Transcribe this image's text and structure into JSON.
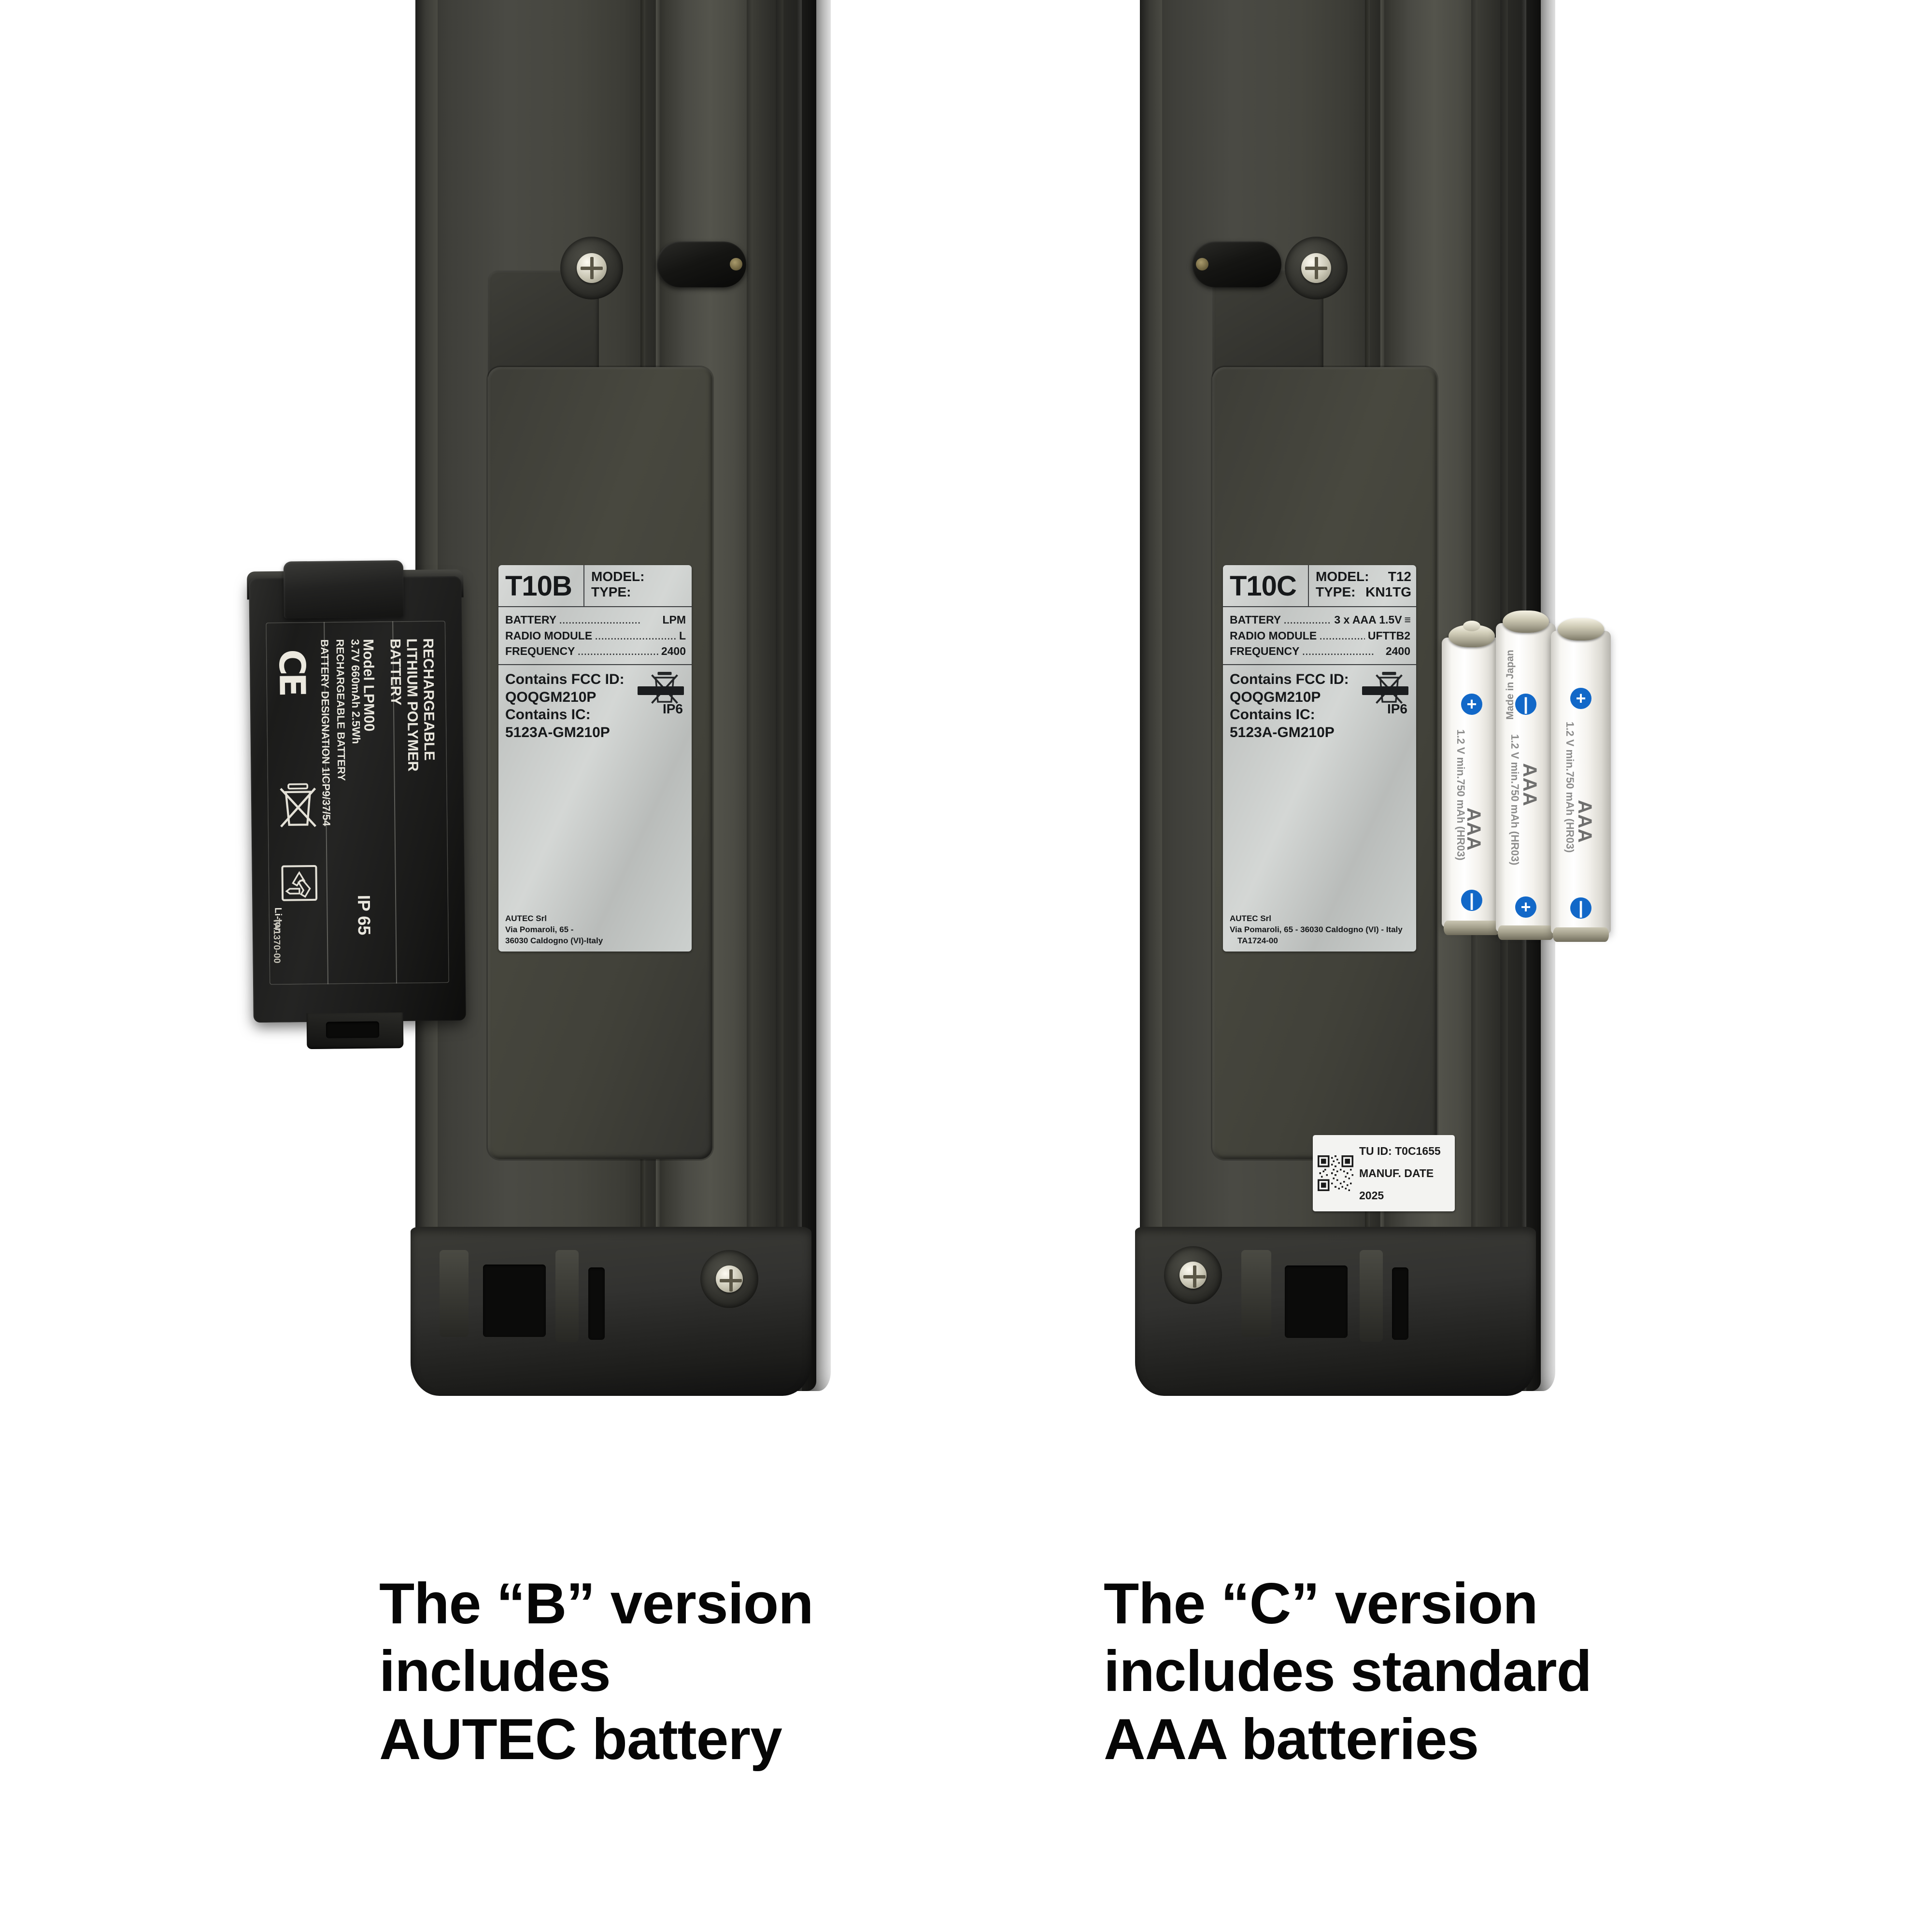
{
  "scene": {
    "description": "Two AUTEC industrial radio remote control transmitters shown from the back, side by side, with their battery options",
    "background_color": "#ffffff",
    "body_color": "#3a3a35"
  },
  "devices": [
    {
      "id": "left",
      "variant": "B",
      "label": {
        "code": "T10B",
        "model_key": "MODEL:",
        "model_value": "",
        "type_key": "TYPE:",
        "type_value": "",
        "specs": [
          {
            "key": "BATTERY",
            "value": "LPM"
          },
          {
            "key": "RADIO MODULE",
            "value": "L"
          },
          {
            "key": "FREQUENCY",
            "value": "2400"
          }
        ],
        "fcc_key": "Contains FCC ID:",
        "fcc_value": "QOQGM210P",
        "ic_key": "Contains IC:",
        "ic_value": "5123A-GM210P",
        "ip_rating": "IP6",
        "manufacturer": "AUTEC Srl",
        "address_line1": "Via Pomaroli, 65 -",
        "address_line2": "36030 Caldogno (VI)-Italy"
      },
      "battery_pack": {
        "type": "lithium-polymer",
        "title_line1": "RECHARGEABLE",
        "title_line2": "LITHIUM POLYMER",
        "title_line3": "BATTERY",
        "model": "Model LPM00",
        "rating": "3.7V  660mAh 2.5Wh",
        "designation": "RECHARGEABLE BATTERY",
        "designation2": "BATTERY DESIGNATION  1ICP9/37/54",
        "ip_rating": "IP 65",
        "part_number": "TA1370-00",
        "chemistry_mark": "Li-Ion",
        "ce_mark": "CE"
      }
    },
    {
      "id": "right",
      "variant": "C",
      "label": {
        "code": "T10C",
        "model_key": "MODEL:",
        "model_value": "T12",
        "type_key": "TYPE:",
        "type_value": "KN1TG",
        "specs": [
          {
            "key": "BATTERY",
            "value": "3 x AAA  1.5V"
          },
          {
            "key": "RADIO MODULE",
            "value": "UFTTB2"
          },
          {
            "key": "FREQUENCY",
            "value": "2400"
          }
        ],
        "fcc_key": "Contains FCC ID:",
        "fcc_value": "QOQGM210P",
        "ic_key": "Contains IC:",
        "ic_value": "5123A-GM210P",
        "ip_rating": "IP6",
        "manufacturer": "AUTEC Srl",
        "address_line1": "Via Pomaroli, 65 - 36030 Caldogno (VI) - Italy",
        "part_number": "TA1724-00"
      },
      "tu_sticker": {
        "tu_id": "TU ID: T0C1655",
        "manuf_date": "MANUF. DATE 2025"
      },
      "batteries": [
        {
          "size": "AAA",
          "rating": "1.2 V  min.750 mAh (HR03)",
          "origin": "Made in Japan",
          "terminal_top": "plus",
          "terminal_bottom": "minus"
        },
        {
          "size": "AAA",
          "rating": "1.2 V  min.750 mAh (HR03)",
          "origin": "",
          "terminal_top": "minus",
          "terminal_bottom": "plus"
        },
        {
          "size": "AAA",
          "rating": "1.2 V  min.750 mAh (HR03)",
          "origin": "",
          "terminal_top": "plus",
          "terminal_bottom": "minus"
        }
      ]
    }
  ],
  "captions": {
    "left": {
      "line1": "The “B” version",
      "line2": "includes",
      "line3": "AUTEC battery"
    },
    "right": {
      "line1": "The “C” version",
      "line2": "includes standard",
      "line3": "AAA batteries"
    }
  },
  "colors": {
    "battery_plus_symbol": "#1268c8",
    "label_silver": "#cbcecc",
    "device_body": "#3a3a35",
    "caption_text": "#060606"
  }
}
